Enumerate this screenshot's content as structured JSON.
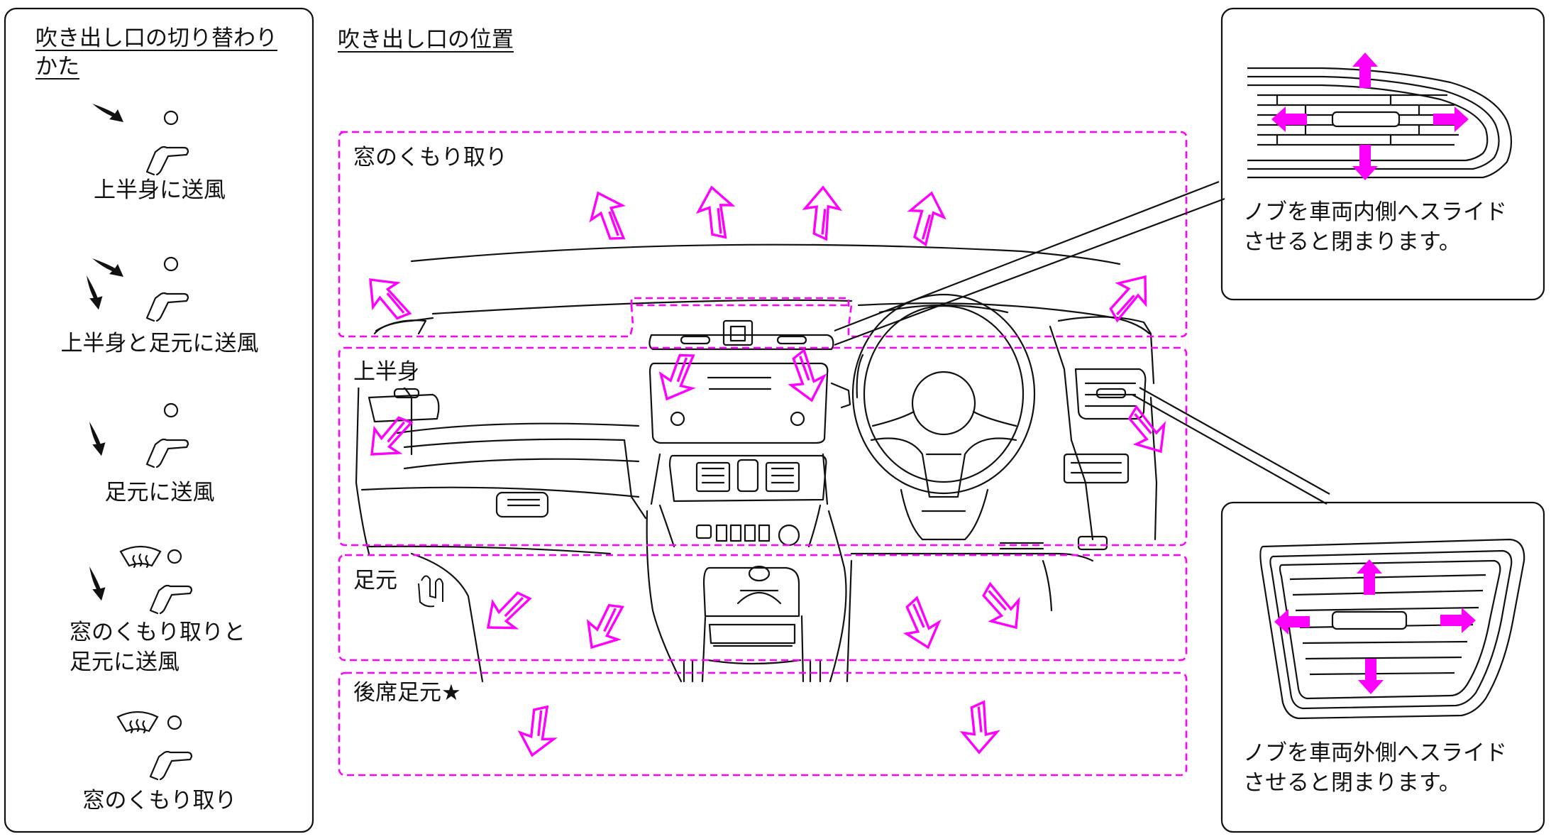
{
  "left_panel": {
    "heading": "吹き出し口の切り替わり\nかた",
    "modes": [
      {
        "label": "上半身に送風",
        "icon": "face-vent-icon"
      },
      {
        "label": "上半身と足元に送風",
        "icon": "face-and-foot-vent-icon"
      },
      {
        "label": "足元に送風",
        "icon": "foot-vent-icon"
      },
      {
        "label": "窓のくもり取りと\n足元に送風",
        "icon": "defrost-and-foot-vent-icon"
      },
      {
        "label": "窓のくもり取り",
        "icon": "defrost-icon"
      }
    ]
  },
  "center": {
    "heading": "吹き出し口の位置",
    "zones": [
      {
        "label": "窓のくもり取り"
      },
      {
        "label": "上半身"
      },
      {
        "label": "足元"
      },
      {
        "label": "後席足元★"
      }
    ]
  },
  "callouts": {
    "inner_vent": "ノブを車両内側へスライド\nさせると閉まります。",
    "outer_vent": "ノブを車両外側へスライド\nさせると閉まります。"
  },
  "colors": {
    "accent": "#ff00ff",
    "line": "#111111",
    "background": "#ffffff"
  }
}
